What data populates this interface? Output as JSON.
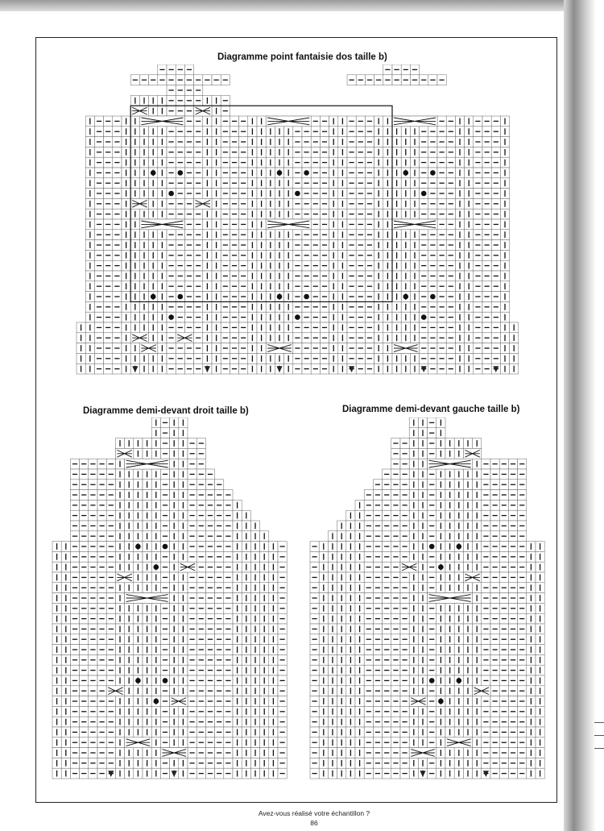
{
  "page": {
    "footer_text": "Avez-vous réalisé votre échantillon ?",
    "page_number": "86"
  },
  "diagrams": [
    {
      "title": "Diagramme point fantaisie dos taille b)",
      "symbols": [
        "purl-dash",
        "knit-bar",
        "bobble-dot",
        "cable-cross",
        "decrease-triangle"
      ]
    },
    {
      "title": "Diagramme demi-devant droit taille b)",
      "symbols": [
        "purl-dash",
        "knit-bar",
        "bobble-dot",
        "cable-cross",
        "decrease-triangle"
      ]
    },
    {
      "title": "Diagramme demi-devant gauche taille b)",
      "symbols": [
        "purl-dash",
        "knit-bar",
        "bobble-dot",
        "cable-cross",
        "decrease-triangle"
      ]
    }
  ]
}
